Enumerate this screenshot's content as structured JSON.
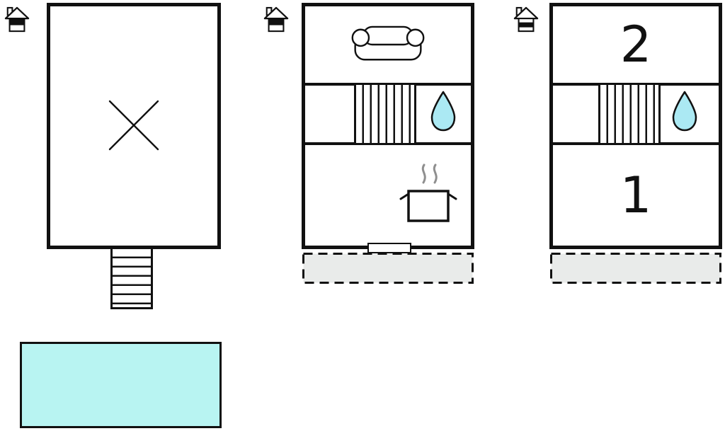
{
  "colors": {
    "line": "#111111",
    "pool_fill": "#b8f4f2",
    "water_drop_fill": "#abe9f3",
    "terrace_fill": "#e9ebea"
  },
  "plans": {
    "left": {
      "floor_icon": "house-floor-indicator-icon",
      "room_marker": "diagonal-cross",
      "features": [
        "external-stairs",
        "swimming-pool"
      ]
    },
    "middle": {
      "floor_icon": "house-floor-indicator-icon",
      "features": [
        "sofa",
        "staircase",
        "bathroom-water-drop",
        "kitchen-pot",
        "entrance-door",
        "terrace"
      ]
    },
    "right": {
      "floor_icon": "house-floor-indicator-icon",
      "room_labels": [
        "2",
        "1"
      ],
      "features": [
        "staircase",
        "bathroom-water-drop",
        "terrace"
      ]
    }
  },
  "icons": {
    "floor_indicator": "house-icon",
    "sofa": "sofa-icon",
    "staircase": "stairs-icon",
    "bathroom": "water-drop-icon",
    "kitchen": "cooking-pot-icon",
    "unspecified_room": "cross-icon",
    "pool": "swimming-pool-area",
    "terrace": "dashed-terrace-area",
    "door": "door-threshold"
  }
}
